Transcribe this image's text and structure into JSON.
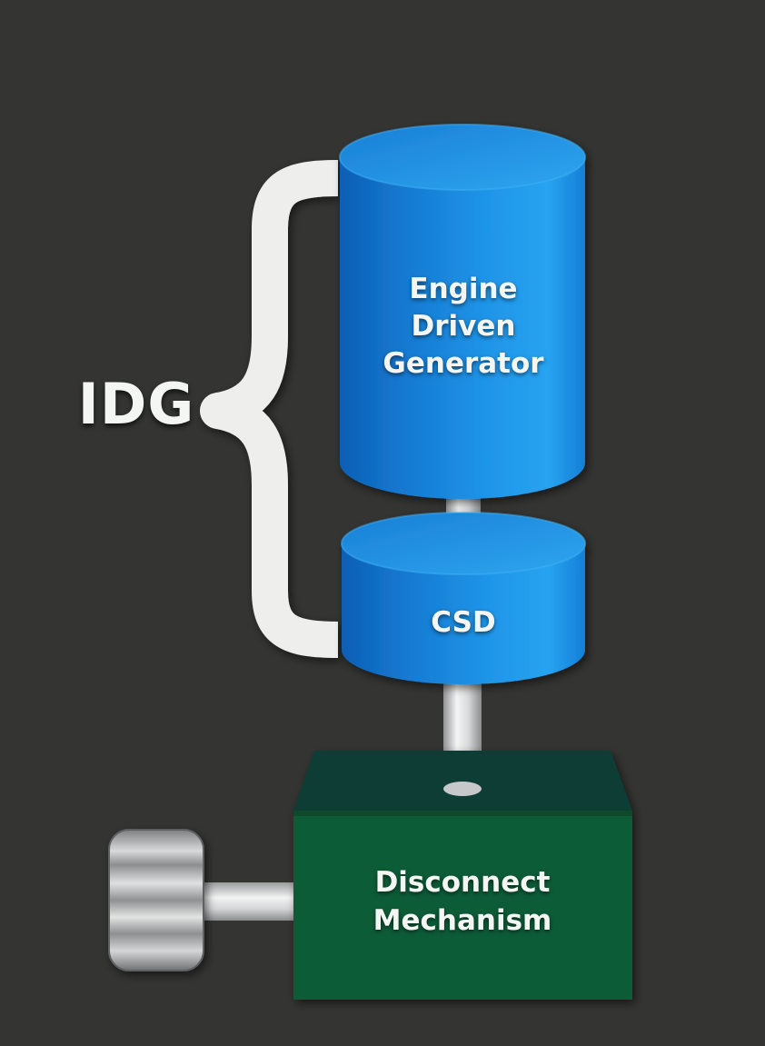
{
  "diagram": {
    "group_label": "IDG",
    "components": {
      "generator": {
        "label": "Engine\nDriven\nGenerator",
        "color": "#1a86dd"
      },
      "csd": {
        "label": "CSD",
        "color": "#1a86dd"
      },
      "disconnect": {
        "label": "Disconnect\nMechanism",
        "color": "#0f5c38"
      }
    },
    "bracket_color": "#eeefec",
    "background_color": "#343432"
  }
}
